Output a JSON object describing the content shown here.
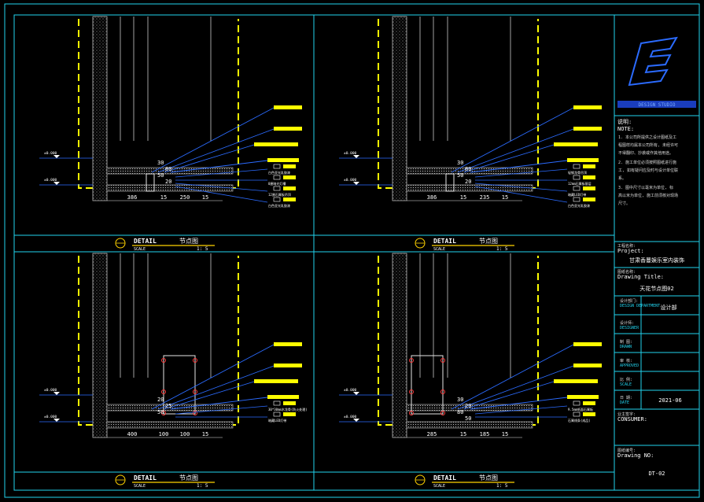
{
  "details": [
    {
      "id": "detail-top-left",
      "title_en": "DETAIL",
      "title_cn": "节点图",
      "scale_label": "SCALE",
      "scale_value": "1: 5",
      "dims": [
        "386",
        "15",
        "250",
        "15"
      ],
      "vdims": [
        "30",
        "80",
        "50",
        "20"
      ],
      "notes": [
        "白色亚光乳胶漆",
        "8厘暗光灯槽",
        "12厘石膏板吊顶",
        "白色亚光乳胶漆"
      ],
      "levels": [
        "±0.000",
        "±0.000"
      ]
    },
    {
      "id": "detail-top-right",
      "title_en": "DETAIL",
      "title_cn": "节点图",
      "scale_label": "SCALE",
      "scale_value": "1: 5",
      "dims": [
        "386",
        "15",
        "235",
        "15"
      ],
      "vdims": [
        "30",
        "80",
        "50",
        "20"
      ],
      "notes": [
        "轻钢龙骨吊顶",
        "12mm石膏板基层",
        "暗藏LED灯带",
        "白色亚光乳胶漆"
      ],
      "levels": [
        "±0.000",
        "±0.000"
      ]
    },
    {
      "id": "detail-bottom-left",
      "title_en": "DETAIL",
      "title_cn": "节点图",
      "scale_label": "SCALE",
      "scale_value": "1: 5",
      "dims": [
        "400",
        "100",
        "100",
        "15"
      ],
      "vdims": [
        "20",
        "25",
        "50"
      ],
      "notes": [
        "30*30mm木龙骨(防火处理)",
        "暗藏LED灯带"
      ],
      "levels": [
        "±0.000",
        "±0.000"
      ]
    },
    {
      "id": "detail-bottom-right",
      "title_en": "DETAIL",
      "title_cn": "节点图",
      "scale_label": "SCALE",
      "scale_value": "1: 5",
      "dims": [
        "285",
        "15",
        "185",
        "15"
      ],
      "vdims": [
        "30",
        "20",
        "80",
        "50"
      ],
      "notes": [
        "9.5mm纸面石膏板",
        "石膏线条(成品)"
      ],
      "levels": [
        "±0.000",
        "±0.000"
      ]
    }
  ],
  "title_block": {
    "logo_caption": "DESIGN STUDIO",
    "notes_heading": "说明:",
    "notes_sub": "NOTE:",
    "notes": [
      "1. 本公司所提供之设计图纸及工程图样均属本公司所有, 未经许可不得翻印、抄袭或作其他用途。",
      "2. 施工单位必须按照图纸进行施工, 如有疑问应及时与设计单位联系。",
      "3. 图中尺寸以毫米为单位, 标高以米为单位, 施工前须核对现场尺寸。"
    ],
    "project_label": "工程名称:",
    "project_label_en": "Project:",
    "project_name": "甘肃香蔓娱乐室内装饰",
    "drawing_title_label": "图纸名称:",
    "drawing_title_label_en": "Drawing Title:",
    "drawing_title": "天花节点图02",
    "design_dept_label": "设计部门:",
    "design_dept_label_en": "DESIGN DEPARTMENT",
    "design_dept": "设计部",
    "designer_label": "设计师:",
    "designer_label_en": "DESIGNER",
    "drawn_label": "制 图:",
    "drawn_label_en": "DRAWN",
    "approved_label": "审 核:",
    "approved_label_en": "APPROVED",
    "scale_label": "比 例:",
    "scale_label_en": "SCALE",
    "date_label": "日 期:",
    "date_label_en": "DATE",
    "date": "2021-06",
    "client_label": "业主签字:",
    "client_label_en": "CONSUMER:",
    "drawing_no_label": "图纸编号:",
    "drawing_no_label_en": "Drawing NO:",
    "drawing_no": "DT-02"
  },
  "colors": {
    "frame": "#22d3ee",
    "leader": "#2b6bff",
    "highlight": "#ffff00"
  }
}
